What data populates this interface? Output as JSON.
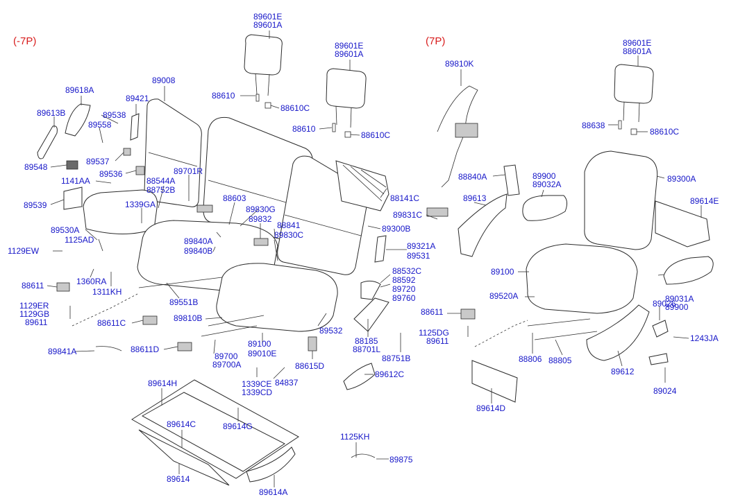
{
  "variants": {
    "left": "(-7P)",
    "right": "(7P)"
  },
  "callouts": [
    {
      "id": "c1",
      "lines": [
        "89601E",
        "89601A"
      ]
    },
    {
      "id": "c2",
      "lines": [
        "89601E",
        "89601A"
      ]
    },
    {
      "id": "c3",
      "lines": [
        "89601E",
        "88601A"
      ]
    },
    {
      "id": "c4",
      "lines": [
        "89810K"
      ]
    },
    {
      "id": "c5",
      "lines": [
        "89008"
      ]
    },
    {
      "id": "c6",
      "lines": [
        "89618A"
      ]
    },
    {
      "id": "c7",
      "lines": [
        "89421"
      ]
    },
    {
      "id": "c8",
      "lines": [
        "89613B"
      ]
    },
    {
      "id": "c9",
      "lines": [
        "89538"
      ]
    },
    {
      "id": "c10",
      "lines": [
        "89558"
      ]
    },
    {
      "id": "c11",
      "lines": [
        "88610"
      ]
    },
    {
      "id": "c12",
      "lines": [
        "88610C"
      ]
    },
    {
      "id": "c13",
      "lines": [
        "88610"
      ]
    },
    {
      "id": "c14",
      "lines": [
        "88610C"
      ]
    },
    {
      "id": "c15",
      "lines": [
        "88638"
      ]
    },
    {
      "id": "c16",
      "lines": [
        "88610C"
      ]
    },
    {
      "id": "c17",
      "lines": [
        "89537"
      ]
    },
    {
      "id": "c18",
      "lines": [
        "89548"
      ]
    },
    {
      "id": "c19",
      "lines": [
        "89536"
      ]
    },
    {
      "id": "c20",
      "lines": [
        "89701R"
      ]
    },
    {
      "id": "c21",
      "lines": [
        "1141AA"
      ]
    },
    {
      "id": "c22",
      "lines": [
        "88544A"
      ]
    },
    {
      "id": "c23",
      "lines": [
        "88752B"
      ]
    },
    {
      "id": "c24",
      "lines": [
        "88141C"
      ]
    },
    {
      "id": "c25",
      "lines": [
        "88840A"
      ]
    },
    {
      "id": "c26",
      "lines": [
        "89900",
        "89032A"
      ]
    },
    {
      "id": "c27",
      "lines": [
        "89300A"
      ]
    },
    {
      "id": "c28",
      "lines": [
        "89539"
      ]
    },
    {
      "id": "c29",
      "lines": [
        "1339GA"
      ]
    },
    {
      "id": "c30",
      "lines": [
        "88603"
      ]
    },
    {
      "id": "c31",
      "lines": [
        "89830G"
      ]
    },
    {
      "id": "c32",
      "lines": [
        "89613"
      ]
    },
    {
      "id": "c33",
      "lines": [
        "89614E"
      ]
    },
    {
      "id": "c34",
      "lines": [
        "89831C"
      ]
    },
    {
      "id": "c35",
      "lines": [
        "89832"
      ]
    },
    {
      "id": "c36",
      "lines": [
        "89300B"
      ]
    },
    {
      "id": "c37",
      "lines": [
        "89530A"
      ]
    },
    {
      "id": "c38",
      "lines": [
        "1125AD"
      ]
    },
    {
      "id": "c39",
      "lines": [
        "89840A"
      ]
    },
    {
      "id": "c40",
      "lines": [
        "89840B"
      ]
    },
    {
      "id": "c41",
      "lines": [
        "88841"
      ]
    },
    {
      "id": "c42",
      "lines": [
        "89830C"
      ]
    },
    {
      "id": "c43",
      "lines": [
        "89321A"
      ]
    },
    {
      "id": "c44",
      "lines": [
        "89531"
      ]
    },
    {
      "id": "c45",
      "lines": [
        "1129EW"
      ]
    },
    {
      "id": "c46",
      "lines": [
        "89100"
      ]
    },
    {
      "id": "c47",
      "lines": [
        "88532C"
      ]
    },
    {
      "id": "c48",
      "lines": [
        "88592"
      ]
    },
    {
      "id": "c49",
      "lines": [
        "89720"
      ]
    },
    {
      "id": "c50",
      "lines": [
        "89760"
      ]
    },
    {
      "id": "c51",
      "lines": [
        "88611"
      ]
    },
    {
      "id": "c52",
      "lines": [
        "1360RA"
      ]
    },
    {
      "id": "c53",
      "lines": [
        "1311KH"
      ]
    },
    {
      "id": "c54",
      "lines": [
        "89520A"
      ]
    },
    {
      "id": "c55",
      "lines": [
        "89031A",
        "89900"
      ]
    },
    {
      "id": "c56",
      "lines": [
        "89026"
      ]
    },
    {
      "id": "c57",
      "lines": [
        "1129ER"
      ]
    },
    {
      "id": "c58",
      "lines": [
        "1129GB"
      ]
    },
    {
      "id": "c59",
      "lines": [
        "89611"
      ]
    },
    {
      "id": "c60",
      "lines": [
        "89551B"
      ]
    },
    {
      "id": "c61",
      "lines": [
        "88611"
      ]
    },
    {
      "id": "c62",
      "lines": [
        "89810B"
      ]
    },
    {
      "id": "c63",
      "lines": [
        "89532"
      ]
    },
    {
      "id": "c64",
      "lines": [
        "88611C"
      ]
    },
    {
      "id": "c65",
      "lines": [
        "88185"
      ]
    },
    {
      "id": "c66",
      "lines": [
        "88701L"
      ]
    },
    {
      "id": "c67",
      "lines": [
        "1125DG"
      ]
    },
    {
      "id": "c68",
      "lines": [
        "89611"
      ]
    },
    {
      "id": "c69",
      "lines": [
        "1243JA"
      ]
    },
    {
      "id": "c70",
      "lines": [
        "89100"
      ]
    },
    {
      "id": "c71",
      "lines": [
        "89010E"
      ]
    },
    {
      "id": "c72",
      "lines": [
        "89700"
      ]
    },
    {
      "id": "c73",
      "lines": [
        "89700A"
      ]
    },
    {
      "id": "c74",
      "lines": [
        "89841A"
      ]
    },
    {
      "id": "c75",
      "lines": [
        "88611D"
      ]
    },
    {
      "id": "c76",
      "lines": [
        "88615D"
      ]
    },
    {
      "id": "c77",
      "lines": [
        "88751B"
      ]
    },
    {
      "id": "c78",
      "lines": [
        "88806"
      ]
    },
    {
      "id": "c79",
      "lines": [
        "88805"
      ]
    },
    {
      "id": "c80",
      "lines": [
        "89612"
      ]
    },
    {
      "id": "c81",
      "lines": [
        "84837"
      ]
    },
    {
      "id": "c82",
      "lines": [
        "1339CE"
      ]
    },
    {
      "id": "c83",
      "lines": [
        "1339CD"
      ]
    },
    {
      "id": "c84",
      "lines": [
        "89612C"
      ]
    },
    {
      "id": "c85",
      "lines": [
        "89614H"
      ]
    },
    {
      "id": "c86",
      "lines": [
        "89024"
      ]
    },
    {
      "id": "c87",
      "lines": [
        "89614C"
      ]
    },
    {
      "id": "c88",
      "lines": [
        "89614G"
      ]
    },
    {
      "id": "c89",
      "lines": [
        "89614D"
      ]
    },
    {
      "id": "c90",
      "lines": [
        "1125KH"
      ]
    },
    {
      "id": "c91",
      "lines": [
        "89875"
      ]
    },
    {
      "id": "c92",
      "lines": [
        "89614"
      ]
    },
    {
      "id": "c93",
      "lines": [
        "89614A"
      ]
    }
  ]
}
